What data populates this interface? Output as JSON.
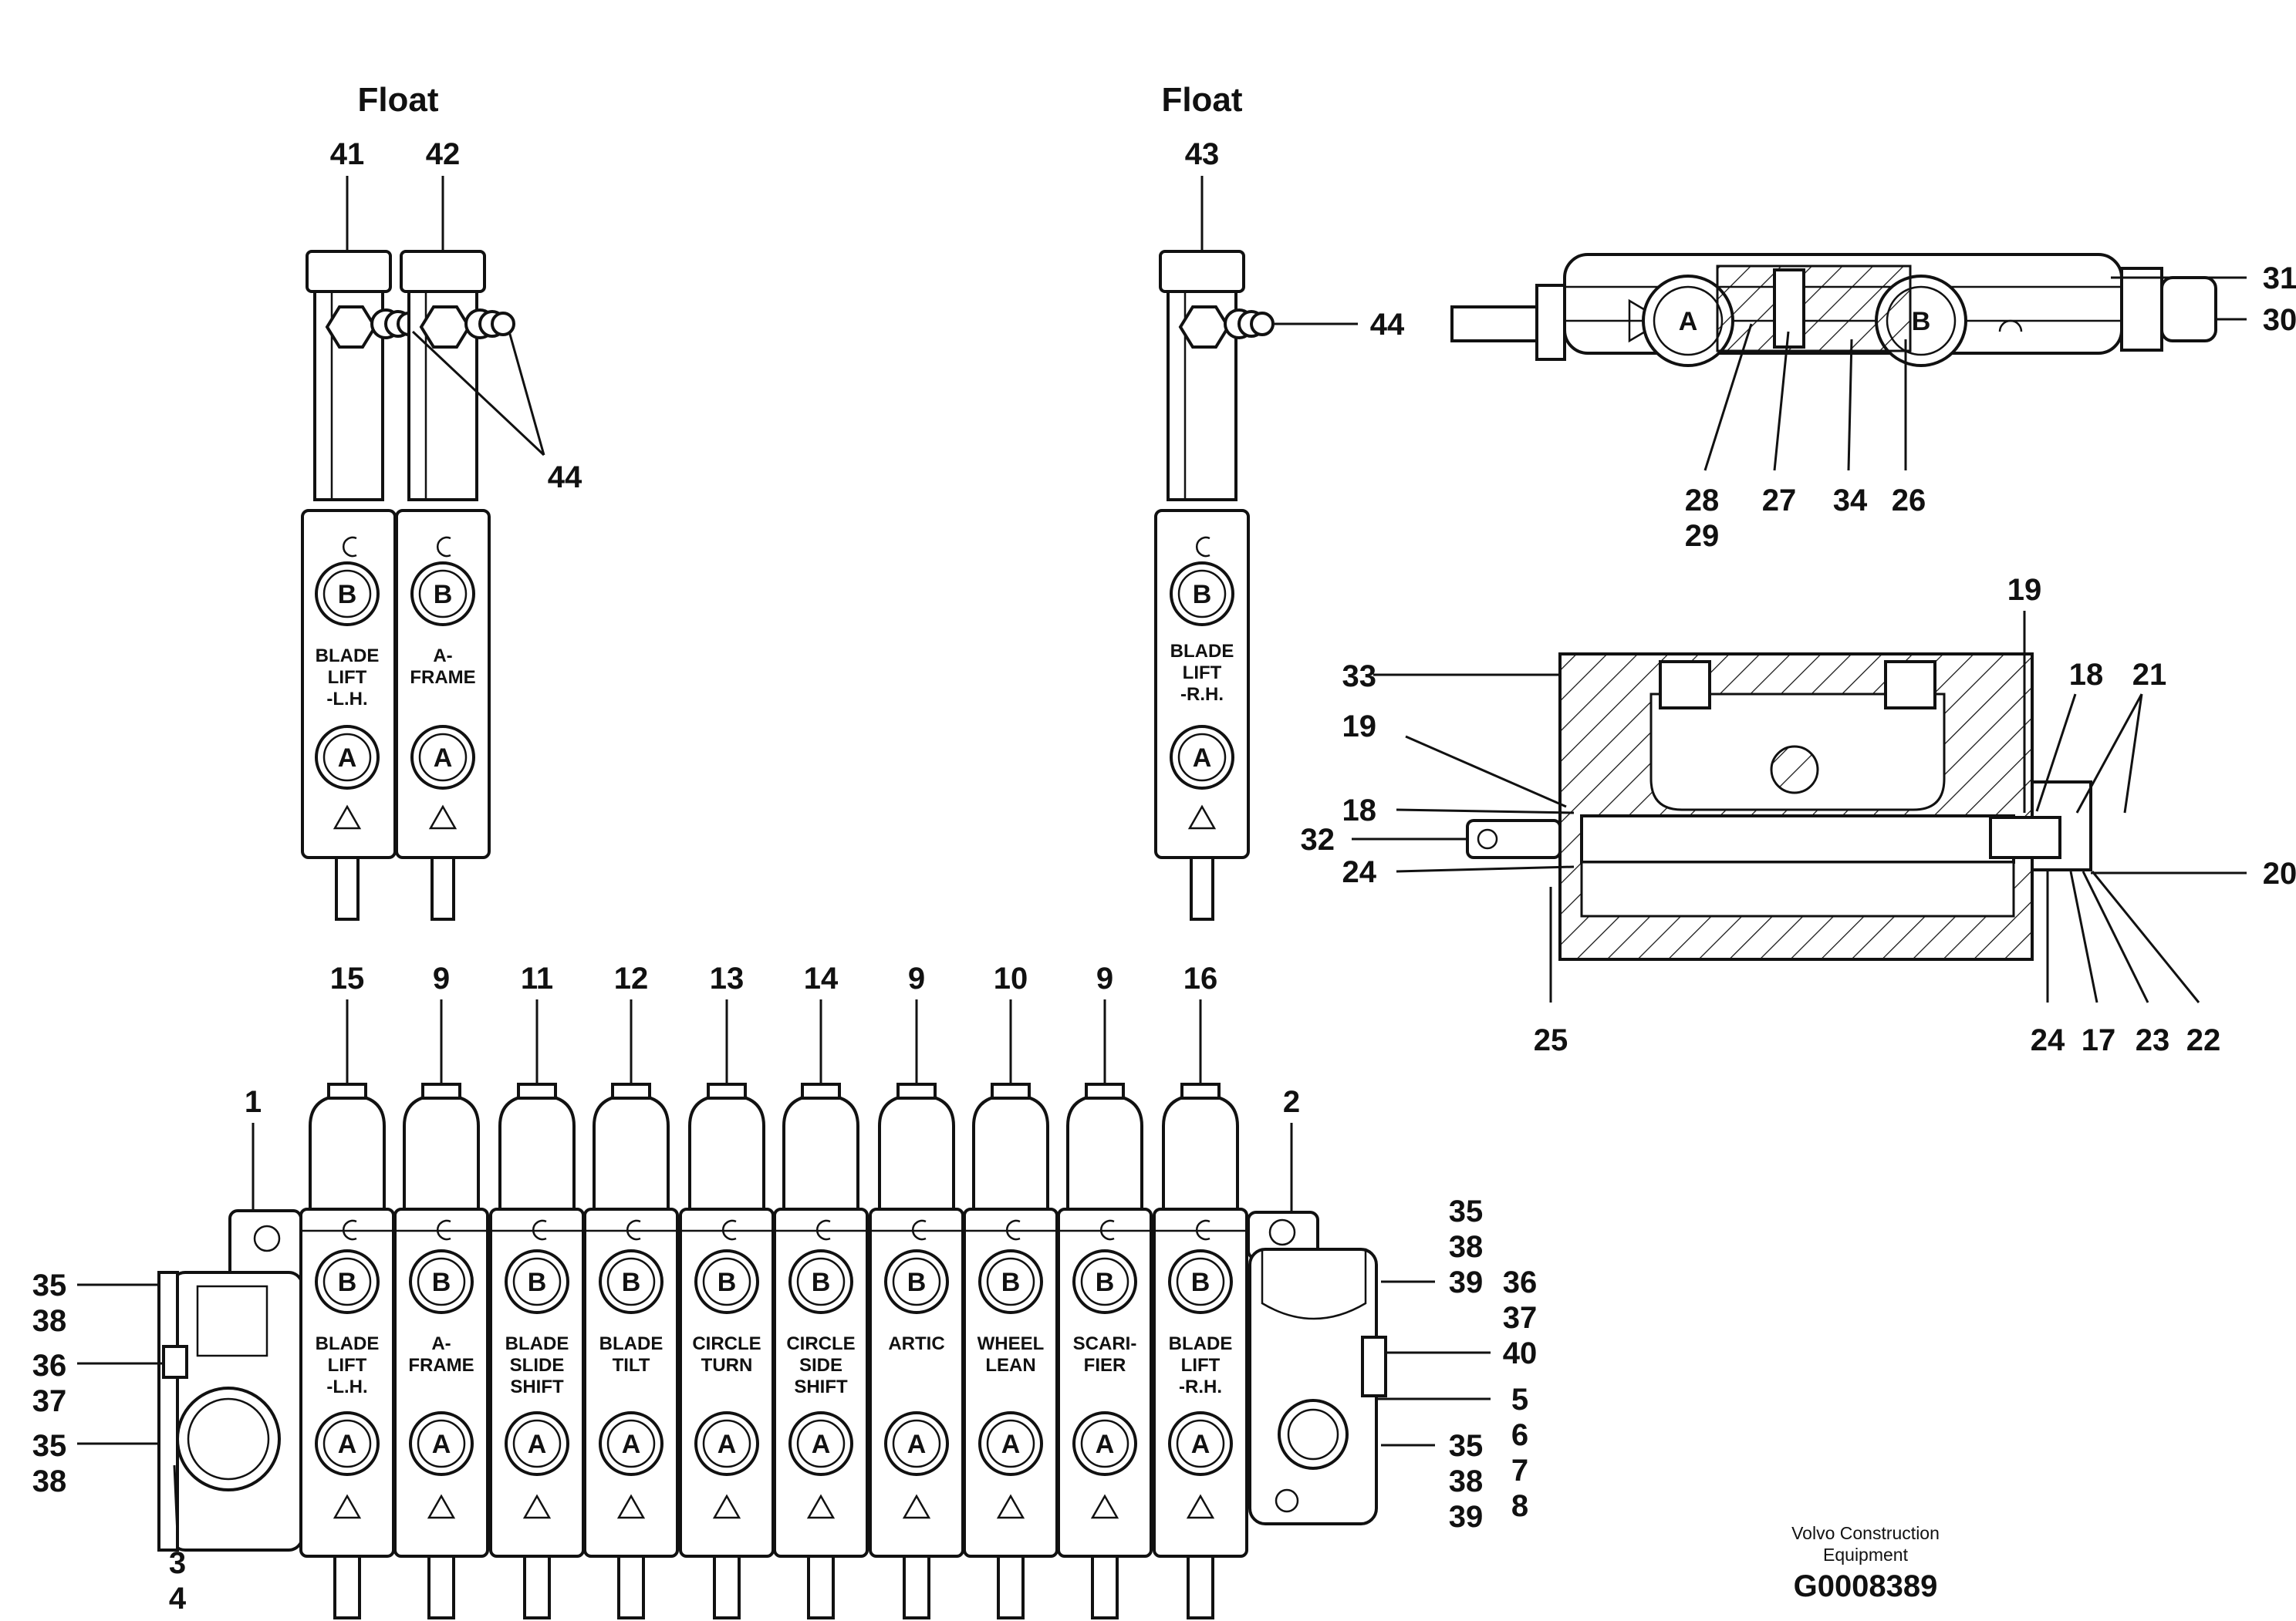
{
  "headings": {
    "float_left": "Float",
    "float_right": "Float"
  },
  "port_letters": {
    "b": "B",
    "a": "A"
  },
  "top_left_callouts": {
    "c41": "41",
    "c42": "42",
    "c44": "44"
  },
  "top_left_sections": [
    {
      "lines": [
        "BLADE",
        "LIFT",
        "-L.H."
      ]
    },
    {
      "lines": [
        "A-",
        "FRAME"
      ]
    }
  ],
  "top_mid_callouts": {
    "c43": "43",
    "c44": "44"
  },
  "top_mid_section": {
    "lines": [
      "BLADE",
      "LIFT",
      "-R.H."
    ]
  },
  "side_view_callouts": {
    "c31": "31",
    "c30": "30",
    "c28": "28",
    "c29": "29",
    "c27": "27",
    "c34": "34",
    "c26": "26"
  },
  "section_view_callouts": {
    "c19a": "19",
    "c33": "33",
    "c19b": "19",
    "c18a": "18",
    "c18b": "18",
    "c21": "21",
    "c32": "32",
    "c24a": "24",
    "c20": "20",
    "c25": "25",
    "c24b": "24",
    "c17": "17",
    "c23": "23",
    "c22": "22"
  },
  "main_top_callouts": [
    "15",
    "9",
    "11",
    "12",
    "13",
    "14",
    "9",
    "10",
    "9",
    "16"
  ],
  "main_sections": [
    {
      "lines": [
        "BLADE",
        "LIFT",
        "-L.H."
      ]
    },
    {
      "lines": [
        "A-",
        "FRAME"
      ]
    },
    {
      "lines": [
        "BLADE",
        "SLIDE",
        "SHIFT"
      ]
    },
    {
      "lines": [
        "BLADE",
        "TILT"
      ]
    },
    {
      "lines": [
        "CIRCLE",
        "TURN"
      ]
    },
    {
      "lines": [
        "CIRCLE",
        "SIDE",
        "SHIFT"
      ]
    },
    {
      "lines": [
        "ARTIC"
      ]
    },
    {
      "lines": [
        "WHEEL",
        "LEAN"
      ]
    },
    {
      "lines": [
        "SCARI-",
        "FIER"
      ]
    },
    {
      "lines": [
        "BLADE",
        "LIFT",
        "-R.H."
      ]
    }
  ],
  "main_left_callouts": {
    "c1": "1",
    "c35a": "35",
    "c38a": "38",
    "c36": "36",
    "c37": "37",
    "c35b": "35",
    "c38b": "38",
    "c3": "3",
    "c4": "4"
  },
  "main_right_callouts": {
    "c2": "2",
    "c35a": "35",
    "c38a": "38",
    "c39a": "39",
    "c36": "36",
    "c37": "37",
    "c40": "40",
    "c5": "5",
    "c35b": "35",
    "c6": "6",
    "c38b": "38",
    "c7": "7",
    "c39b": "39",
    "c8": "8"
  },
  "footer": {
    "company_line1": "Volvo Construction",
    "company_line2": "Equipment",
    "code": "G0008389"
  }
}
